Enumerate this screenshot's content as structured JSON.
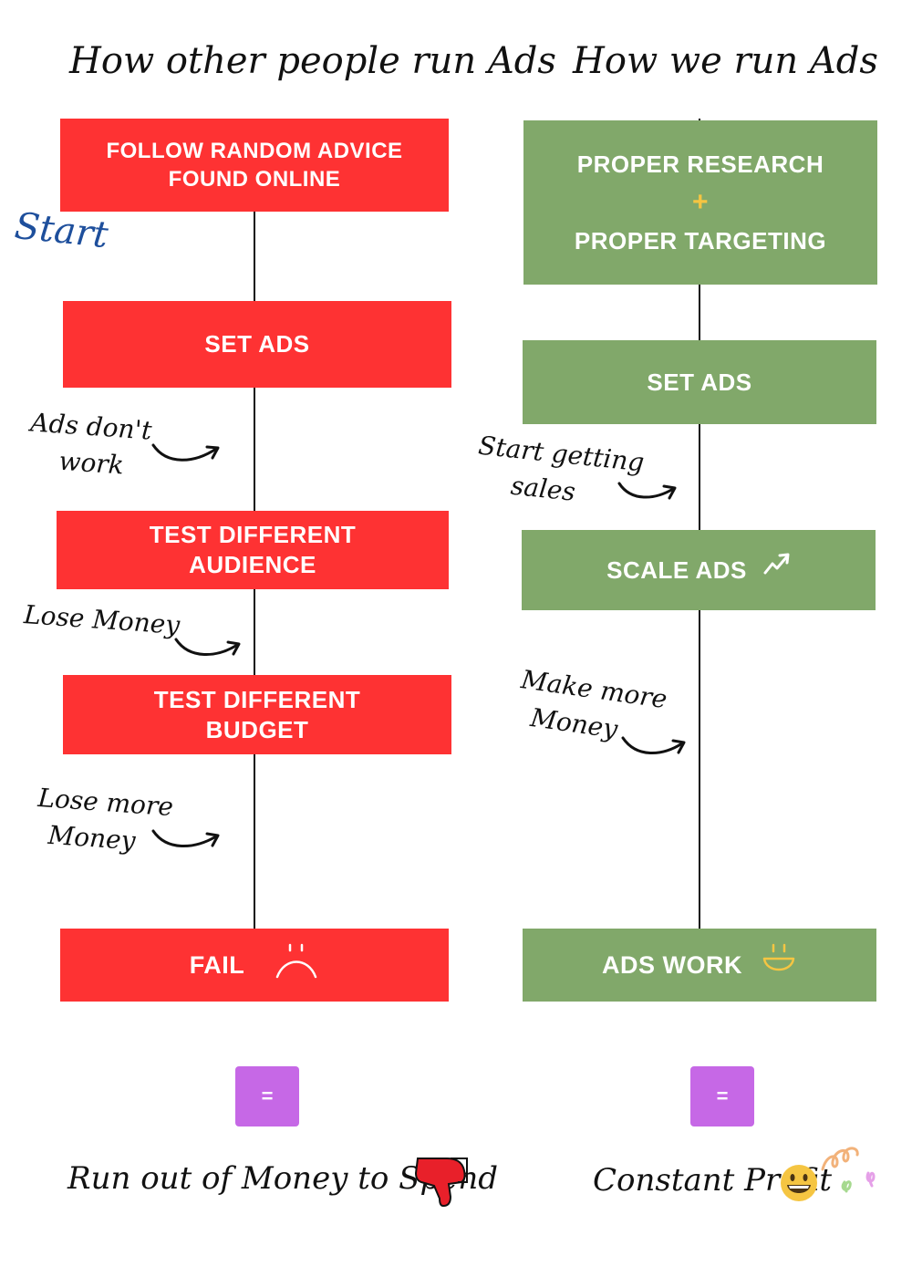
{
  "headings": {
    "left": "How other people  run Ads",
    "right": "How we run Ads"
  },
  "left_flow": {
    "start_label": "Start",
    "steps": [
      {
        "line1": "FOLLOW RANDOM ADVICE",
        "line2": "FOUND ONLINE"
      },
      {
        "line1": "SET ADS"
      },
      {
        "line1": "TEST  DIFFERENT",
        "line2": "AUDIENCE"
      },
      {
        "line1": "TEST  DIFFERENT",
        "line2": "BUDGET"
      },
      {
        "line1": "FAIL"
      }
    ],
    "annotations": [
      {
        "line1": "Ads don't",
        "line2": "work"
      },
      {
        "line1": "Lose  Money"
      },
      {
        "line1": "Lose more",
        "line2": "Money"
      }
    ],
    "equals": "=",
    "result": "Run out of Money to Spend",
    "result_icon": "thumbs-down-icon",
    "end_icon": "frown-icon"
  },
  "right_flow": {
    "steps": [
      {
        "line1": "PROPER RESEARCH",
        "plus": "+",
        "line2": "PROPER TARGETING"
      },
      {
        "line1": "SET ADS"
      },
      {
        "line1": "SCALE ADS"
      },
      {
        "line1": "ADS  WORK"
      }
    ],
    "annotations": [
      {
        "line1": "Start getting",
        "line2": "sales"
      },
      {
        "line1": "Make more",
        "line2": "Money"
      }
    ],
    "equals": "=",
    "result": "Constant Profit",
    "result_icon": "grinning-face-icon",
    "scale_icon": "trending-up-icon",
    "end_icon": "smile-icon",
    "decor_icon": "confetti-icon"
  },
  "colors": {
    "red": "#fe3233",
    "green": "#81a86a",
    "purple": "#c668e6",
    "plus_yellow": "#f5c542",
    "start_blue": "#1e4f9c",
    "smile_yellow": "#f5c542"
  }
}
